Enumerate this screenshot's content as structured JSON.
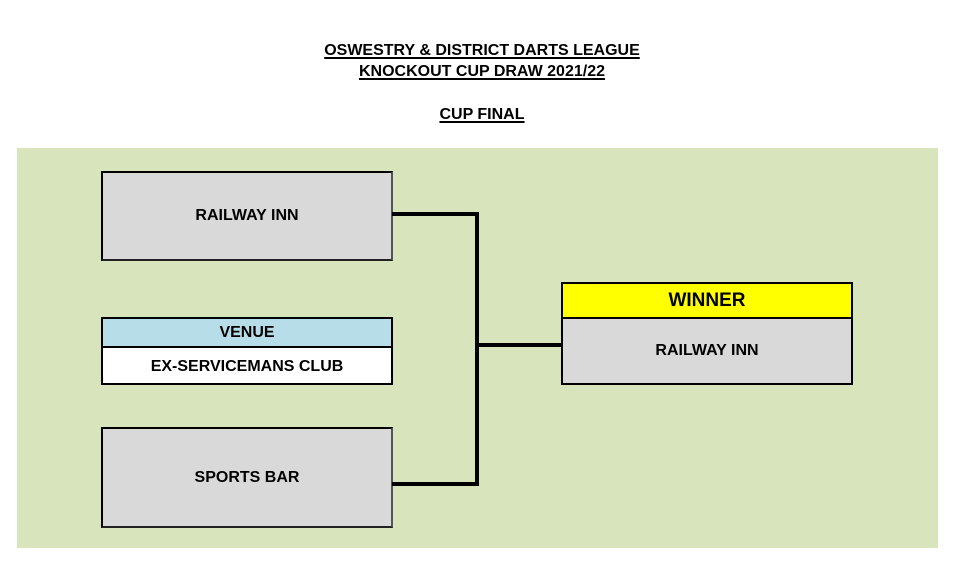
{
  "header": {
    "league": "OSWESTRY & DISTRICT DARTS LEAGUE",
    "competition": "KNOCKOUT CUP DRAW 2021/22",
    "round": "CUP FINAL"
  },
  "bracket": {
    "team_top": "RAILWAY INN",
    "team_bottom": "SPORTS BAR",
    "venue": {
      "label": "VENUE",
      "value": "EX-SERVICEMANS CLUB"
    },
    "winner": {
      "label": "WINNER",
      "value": "RAILWAY INN"
    }
  },
  "colors": {
    "board": "#d8e4bc",
    "team_box": "#d9d9d9",
    "venue_header": "#b7dde8",
    "winner_header": "#ffff00"
  }
}
